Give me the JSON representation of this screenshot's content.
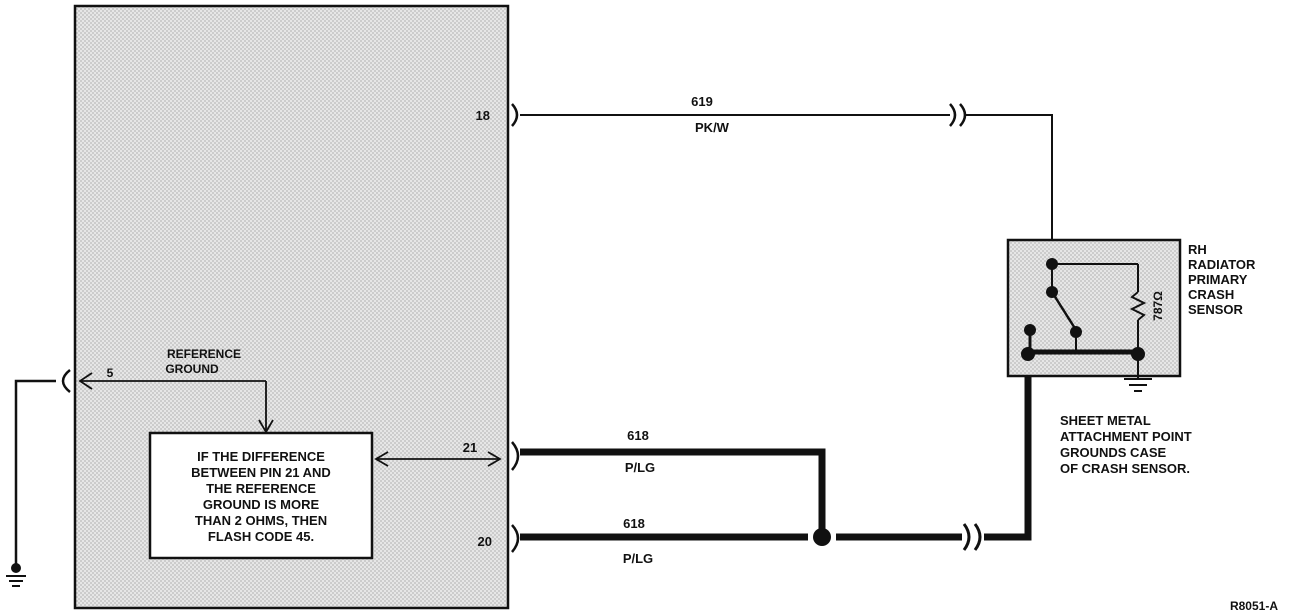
{
  "module": {
    "pins": {
      "p18": "18",
      "p5": "5",
      "p21": "21",
      "p20": "20"
    },
    "reference_ground": [
      "REFERENCE",
      "GROUND"
    ],
    "note": [
      "IF THE DIFFERENCE",
      "BETWEEN PIN 21 AND",
      "THE REFERENCE",
      "GROUND IS MORE",
      "THAN 2 OHMS, THEN",
      "FLASH CODE 45."
    ]
  },
  "wires": {
    "w619": {
      "circuit": "619",
      "color": "PK/W"
    },
    "w618a": {
      "circuit": "618",
      "color": "P/LG"
    },
    "w618b": {
      "circuit": "618",
      "color": "P/LG"
    }
  },
  "sensor": {
    "title": [
      "RH",
      "RADIATOR",
      "PRIMARY",
      "CRASH",
      "SENSOR"
    ],
    "resistor": "787Ω",
    "ground_note": [
      "SHEET METAL",
      "ATTACHMENT POINT",
      "GROUNDS CASE",
      "OF CRASH SENSOR."
    ]
  },
  "figure_id": "R8051-A"
}
